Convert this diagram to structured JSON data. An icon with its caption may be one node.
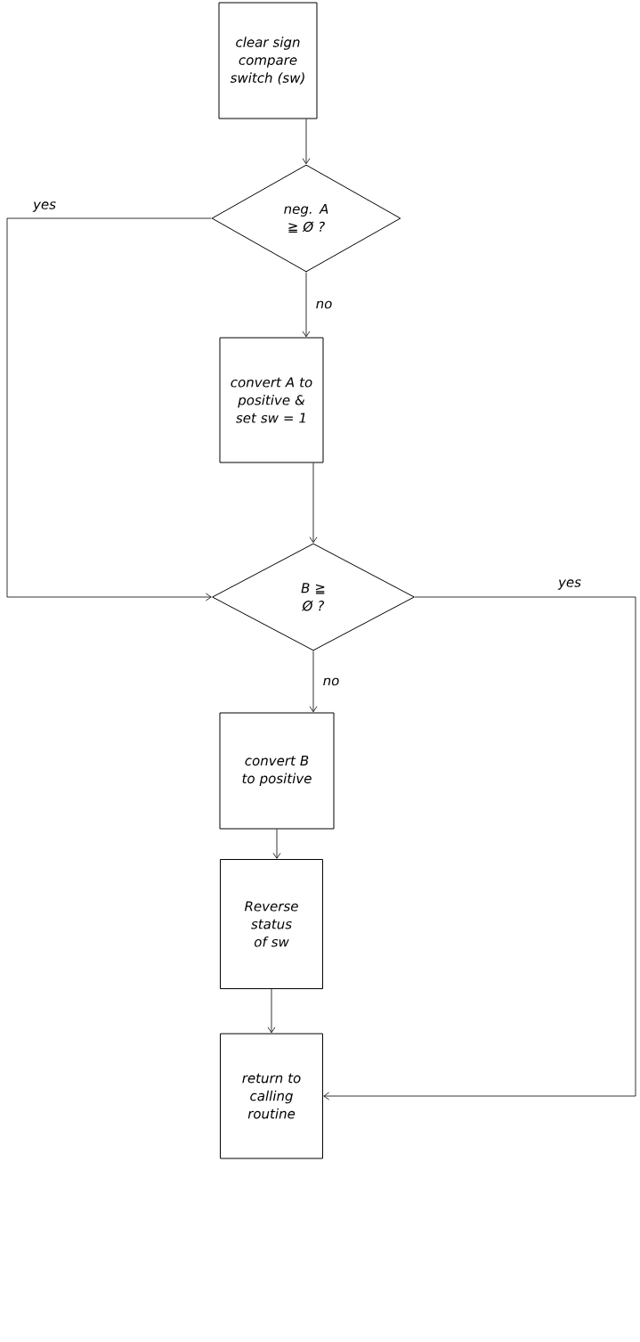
{
  "diagram": {
    "nodes": [
      {
        "text": [
          "clear sign compare switch (sw)"
        ]
      },
      {
        "text": [
          "neg. A ≧ Ø ?"
        ]
      },
      {
        "text": [
          "convert A to positive & set sw = 1"
        ]
      },
      {
        "text": [
          "B ≧ Ø ?"
        ]
      },
      {
        "text": [
          "convert B to positive"
        ]
      },
      {
        "text": [
          "Reverse status of sw"
        ]
      },
      {
        "text": [
          "return to calling routine"
        ]
      }
    ],
    "edges": [
      {
        "from": 0,
        "to": 1,
        "arrow": "to"
      },
      {
        "from": 1,
        "to": 2,
        "arrow": "to",
        "label": "no"
      },
      {
        "from": 2,
        "to": 3,
        "arrow": "to"
      },
      {
        "from": 1,
        "to": 3,
        "arrow": "to",
        "label": "yes"
      },
      {
        "from": 3,
        "to": 6,
        "arrow": "to",
        "label": "yes"
      },
      {
        "from": 3,
        "to": 4,
        "arrow": "to",
        "label": "no"
      },
      {
        "from": 4,
        "to": 5,
        "arrow": "to"
      },
      {
        "from": 5,
        "to": 6,
        "arrow": "to"
      }
    ]
  }
}
